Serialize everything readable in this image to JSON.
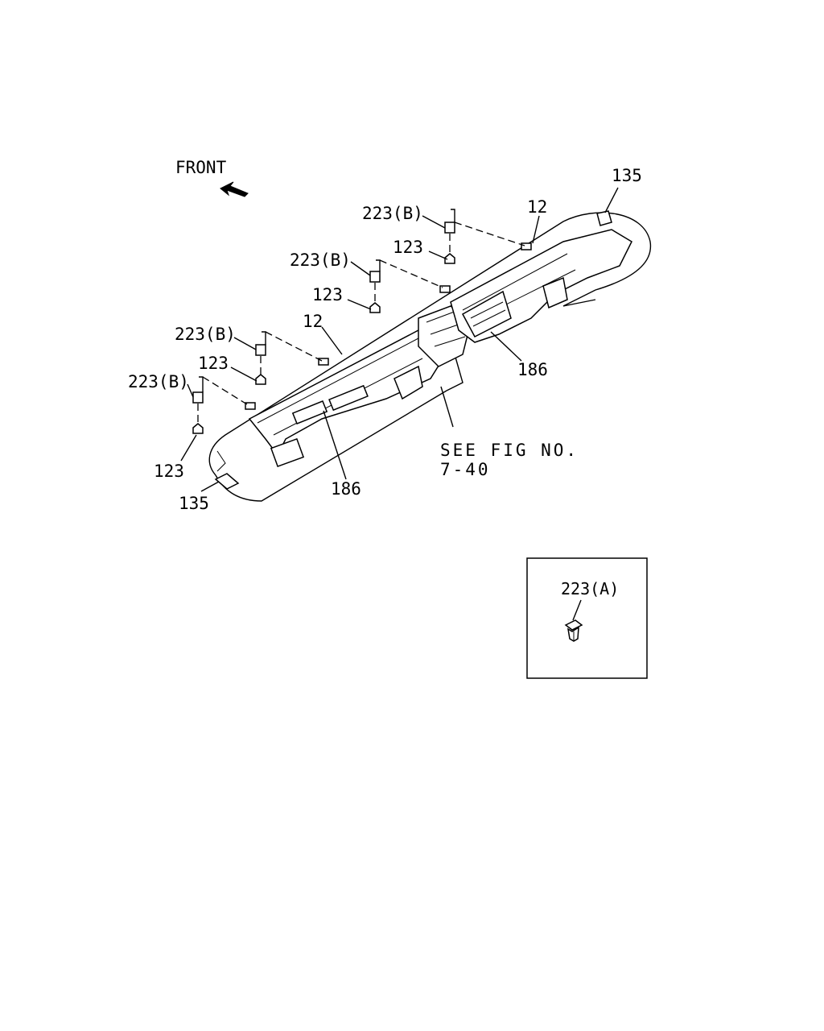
{
  "front_label": "FRONT",
  "labels": {
    "part_135_top": "135",
    "part_12_top": "12",
    "part_223b_1": "223(B)",
    "part_123_1": "123",
    "part_223b_2": "223(B)",
    "part_123_2": "123",
    "part_12_mid": "12",
    "part_223b_3": "223(B)",
    "part_123_3": "123",
    "part_223b_4": "223(B)",
    "part_123_4": "123",
    "part_135_bottom": "135",
    "part_186_right": "186",
    "part_186_left": "186",
    "see_fig_line1": "SEE FIG NO.",
    "see_fig_line2": "7-40"
  },
  "inset": {
    "label": "223(A)"
  }
}
